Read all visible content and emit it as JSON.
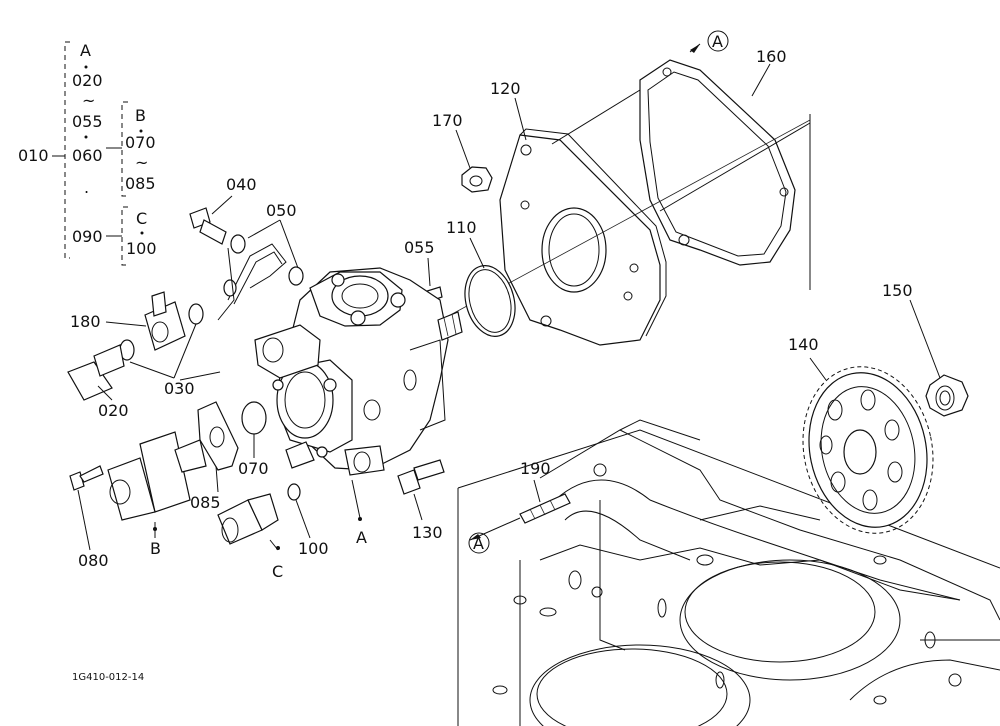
{
  "bracket": {
    "main": "010",
    "groupA": {
      "letter": "A",
      "from": "020",
      "tilde": "~",
      "to": "055",
      "end": "060",
      "dot": "."
    },
    "groupB": {
      "letter": "B",
      "from": "070",
      "tilde": "~",
      "to": "085"
    },
    "groupC": {
      "letter": "C",
      "from": "090",
      "to": "100"
    }
  },
  "callouts": {
    "p040": "040",
    "p050": "050",
    "p055": "055",
    "p110": "110",
    "p120": "120",
    "p160": "160",
    "p170": "170",
    "p150": "150",
    "p140": "140",
    "p180": "180",
    "p030": "030",
    "p020": "020",
    "p070": "070",
    "p085": "085",
    "p080": "080",
    "p100": "100",
    "p130": "130",
    "p190": "190",
    "tagA": "A",
    "tagB": "B",
    "tagC": "C",
    "circleA": "A"
  },
  "reference_code": "1G410-012-14"
}
